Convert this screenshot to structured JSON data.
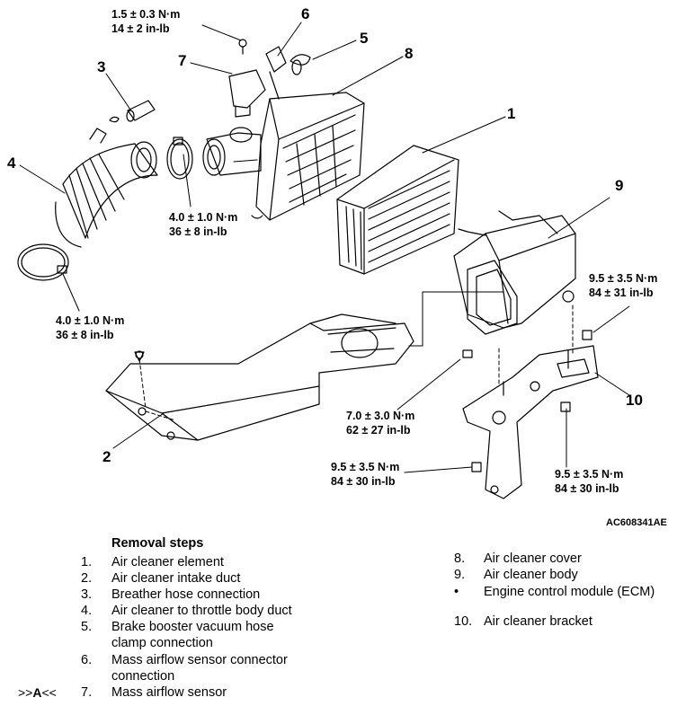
{
  "callouts": {
    "n1": "1",
    "n2": "2",
    "n3": "3",
    "n4": "4",
    "n5": "5",
    "n6": "6",
    "n7": "7",
    "n8": "8",
    "n9": "9",
    "n10": "10"
  },
  "torques": {
    "t_top_nm": "1.5 ± 0.3 N·m",
    "t_top_in": "14 ± 2 in-lb",
    "t_clamp_nm": "4.0 ± 1.0 N·m",
    "t_clamp_in": "36 ± 8 in-lb",
    "t_left_nm": "4.0 ± 1.0 N·m",
    "t_left_in": "36 ± 8 in-lb",
    "t_right_nm": "9.5 ± 3.5 N·m",
    "t_right_in": "84 ± 31 in-lb",
    "t_mid_nm": "7.0 ± 3.0 N·m",
    "t_mid_in": "62 ± 27 in-lb",
    "t_bl_nm": "9.5 ± 3.5 N·m",
    "t_bl_in": "84 ± 30 in-lb",
    "t_br_nm": "9.5 ± 3.5 N·m",
    "t_br_in": "84 ± 30 in-lb"
  },
  "figure_code": "AC608341AE",
  "removal": {
    "title": "Removal steps",
    "left": [
      {
        "n": "1.",
        "text": "Air cleaner element"
      },
      {
        "n": "2.",
        "text": "Air cleaner intake duct"
      },
      {
        "n": "3.",
        "text": "Breather hose connection"
      },
      {
        "n": "4.",
        "text": "Air cleaner to throttle body duct"
      },
      {
        "n": "5.",
        "text": "Brake booster vacuum hose"
      },
      {
        "n": "",
        "text": "clamp connection"
      },
      {
        "n": "6.",
        "text": "Mass airflow sensor connector"
      },
      {
        "n": "",
        "text": "connection"
      },
      {
        "n": "7.",
        "text": "Mass airflow sensor"
      }
    ],
    "right": [
      {
        "n": "8.",
        "text": "Air cleaner cover"
      },
      {
        "n": "9.",
        "text": "Air cleaner body"
      },
      {
        "n": "•",
        "text": "Engine control module (ECM)"
      },
      {
        "n": "10.",
        "text": "Air cleaner bracket"
      }
    ],
    "ref_prefix": ">>",
    "ref_letter": "A",
    "ref_suffix": "<<"
  }
}
